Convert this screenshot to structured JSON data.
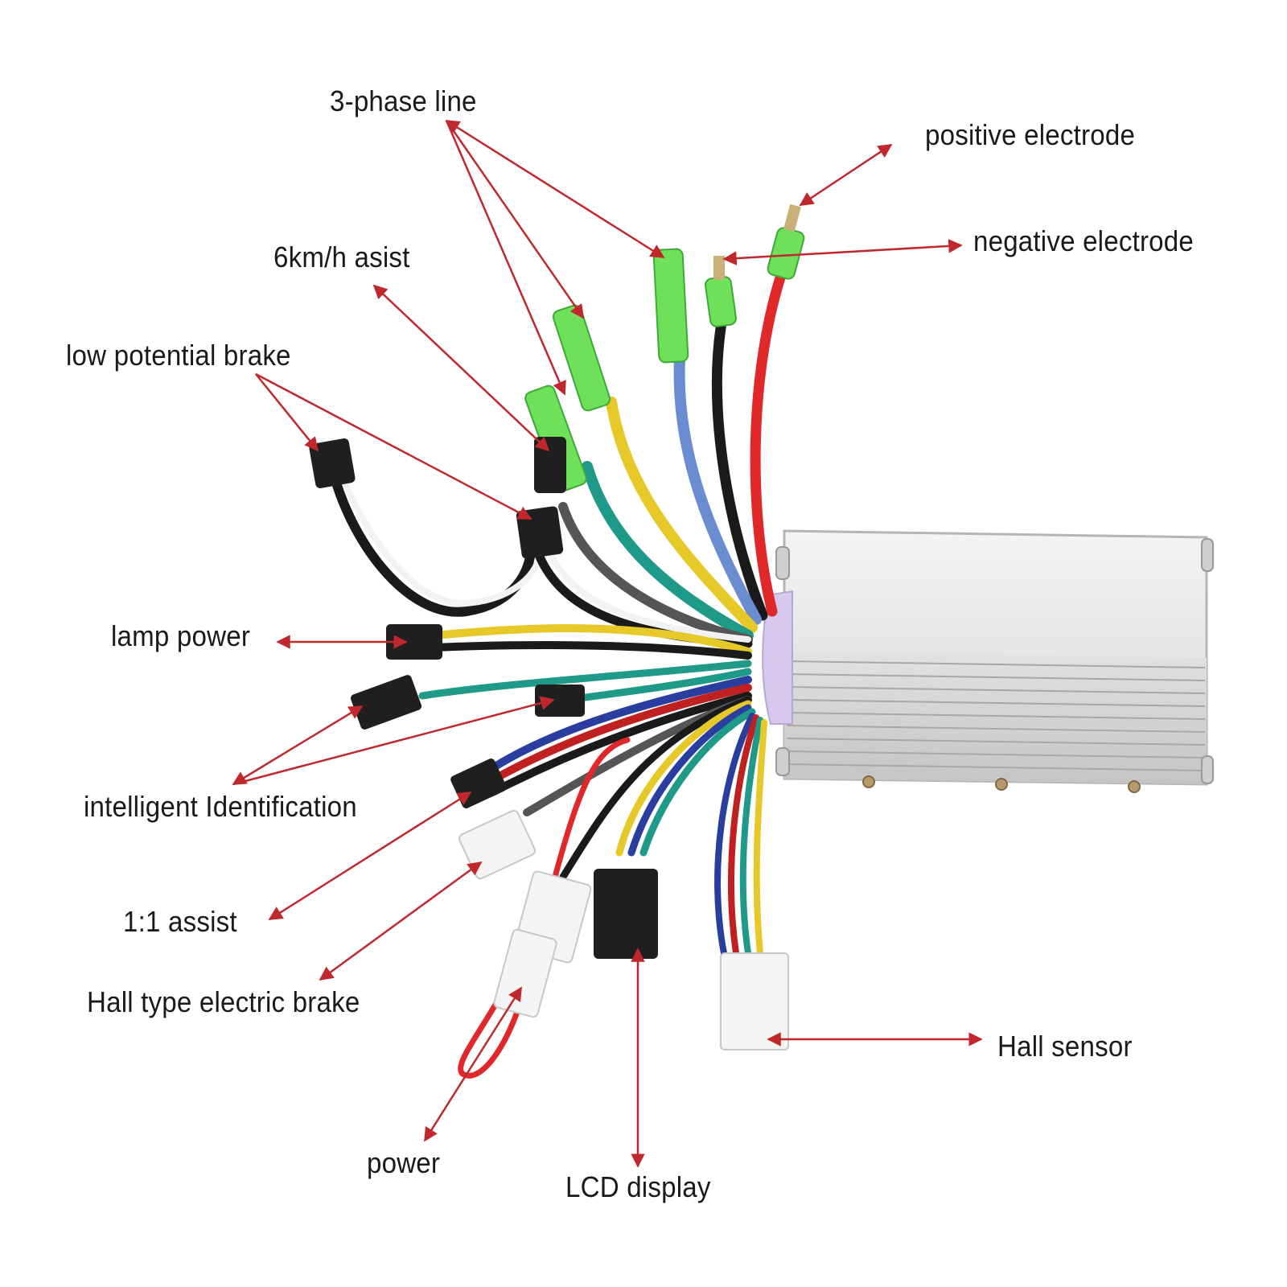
{
  "labels": {
    "three_phase_line": "3-phase line",
    "positive_electrode": "positive electrode",
    "negative_electrode": "negative electrode",
    "six_kmh_asist": "6km/h asist",
    "low_potential_brake": "low potential brake",
    "lamp_power": "lamp power",
    "intelligent_identification": "intelligent Identification",
    "one_to_one_assist": "1:1 assist",
    "hall_type_electric_brake": "Hall type electric brake",
    "hall_sensor": "Hall sensor",
    "power": "power",
    "lcd_display": "LCD display"
  },
  "colors": {
    "leader_line": "#c0282d",
    "controller_body": "#d9d9d9",
    "green_sleeve": "#6fe05a",
    "wire_red": "#e0282a",
    "wire_black": "#1a1a1a",
    "wire_blue": "#6a8cd0",
    "wire_yellow": "#e6c828",
    "wire_teal": "#1f9a88",
    "wire_white": "#f2f2f2"
  }
}
